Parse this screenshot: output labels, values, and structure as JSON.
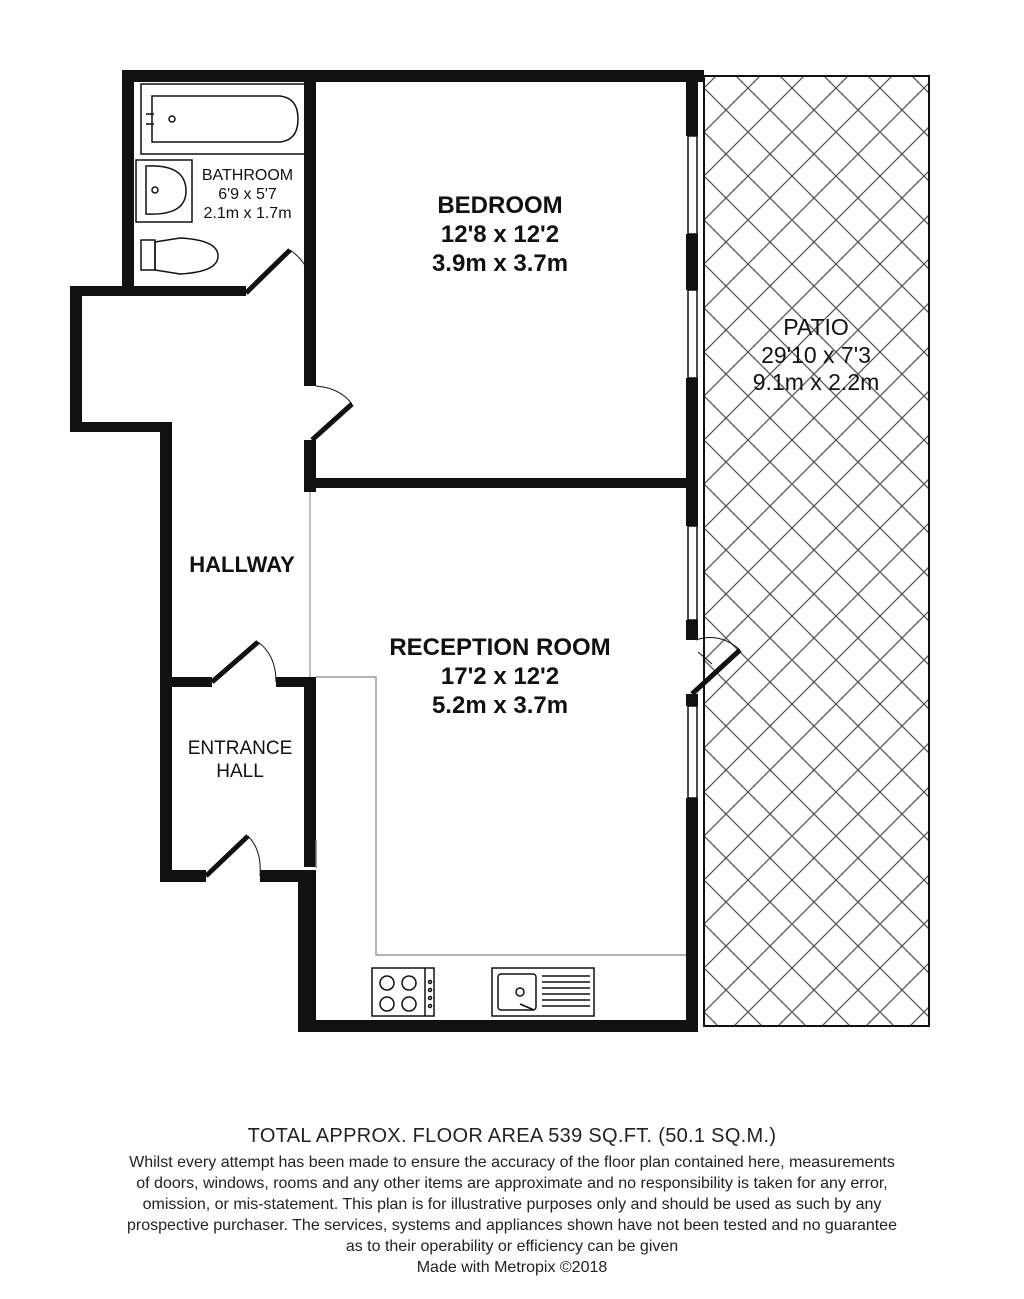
{
  "rooms": {
    "bedroom": {
      "name": "BEDROOM",
      "imperial": "12'8 x 12'2",
      "metric": "3.9m x 3.7m"
    },
    "bathroom": {
      "name": "BATHROOM",
      "imperial": "6'9 x 5'7",
      "metric": "2.1m x 1.7m"
    },
    "patio": {
      "name": "PATIO",
      "imperial": "29'10 x 7'3",
      "metric": "9.1m x 2.2m"
    },
    "hallway": {
      "name": "HALLWAY"
    },
    "reception": {
      "name": "RECEPTION ROOM",
      "imperial": "17'2 x 12'2",
      "metric": "5.2m x 3.7m"
    },
    "entrance": {
      "line1": "ENTRANCE",
      "line2": "HALL"
    }
  },
  "footer": {
    "total_area": "TOTAL APPROX. FLOOR AREA 539 SQ.FT. (50.1 SQ.M.)",
    "disclaimer": [
      "Whilst every attempt has been made to ensure the accuracy of the floor plan contained here, measurements",
      "of doors, windows, rooms and any other items are approximate and no responsibility is taken for any error,",
      "omission, or mis-statement. This plan is for illustrative purposes only and should be used as such by any",
      "prospective purchaser. The services, systems and appliances shown have not been tested and no guarantee",
      "as to their operability or efficiency can be given"
    ],
    "made_with": "Made with Metropix ©2018"
  }
}
